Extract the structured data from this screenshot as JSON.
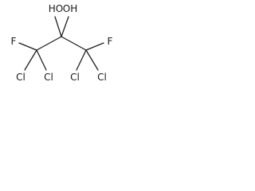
{
  "molecule": {
    "atoms": [
      {
        "id": "c1",
        "symbol": ""
      },
      {
        "id": "c2",
        "symbol": ""
      },
      {
        "id": "c3",
        "symbol": ""
      },
      {
        "id": "oh_left",
        "symbol": "HO"
      },
      {
        "id": "oh_right",
        "symbol": "OH"
      },
      {
        "id": "f_left",
        "symbol": "F"
      },
      {
        "id": "f_right",
        "symbol": "F"
      },
      {
        "id": "cl_1",
        "symbol": "Cl"
      },
      {
        "id": "cl_2",
        "symbol": "Cl"
      },
      {
        "id": "cl_3",
        "symbol": "Cl"
      },
      {
        "id": "cl_4",
        "symbol": "Cl"
      }
    ],
    "bonds": [
      {
        "from": "c1",
        "to": "c2",
        "order": 1
      },
      {
        "from": "c2",
        "to": "c3",
        "order": 1
      },
      {
        "from": "c2",
        "to": "oh_left",
        "order": 1
      },
      {
        "from": "c2",
        "to": "oh_right",
        "order": 1
      },
      {
        "from": "c1",
        "to": "f_left",
        "order": 1
      },
      {
        "from": "c1",
        "to": "cl_1",
        "order": 1
      },
      {
        "from": "c1",
        "to": "cl_2",
        "order": 1
      },
      {
        "from": "c3",
        "to": "f_right",
        "order": 1
      },
      {
        "from": "c3",
        "to": "cl_3",
        "order": 1
      },
      {
        "from": "c3",
        "to": "cl_4",
        "order": 1
      }
    ]
  }
}
